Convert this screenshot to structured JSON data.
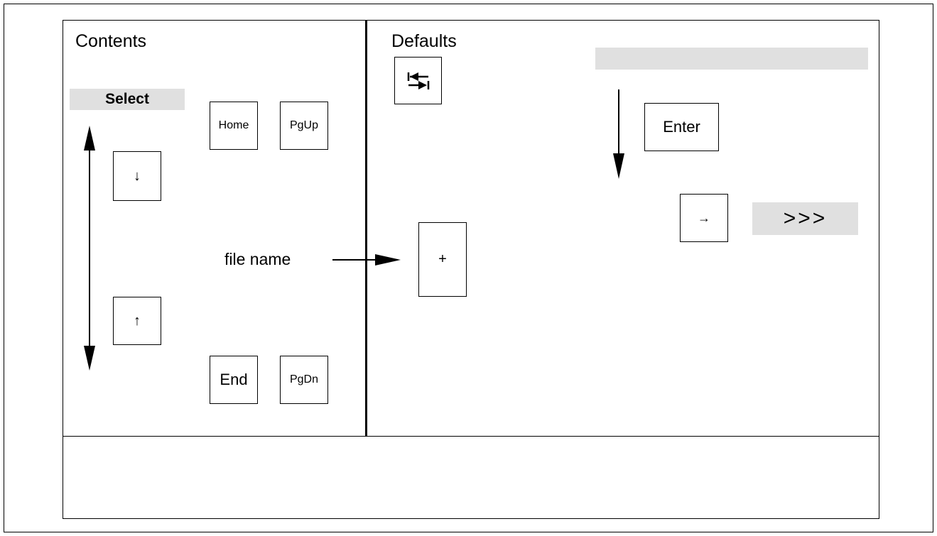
{
  "contents": {
    "title": "Contents",
    "select_label": "Select",
    "keys": {
      "down": "↓",
      "up": "↑",
      "home": "Home",
      "pgup": "PgUp",
      "end": "End",
      "pgdn": "PgDn"
    },
    "file_name_label": "file name"
  },
  "defaults": {
    "title": "Defaults",
    "keys": {
      "plus": "+",
      "enter": "Enter",
      "right": "→"
    },
    "more_label": ">>>"
  },
  "icons": {
    "toggle": "swap-arrows-icon"
  },
  "colors": {
    "highlight_gray": "#e0e0e0",
    "line": "#000000"
  }
}
